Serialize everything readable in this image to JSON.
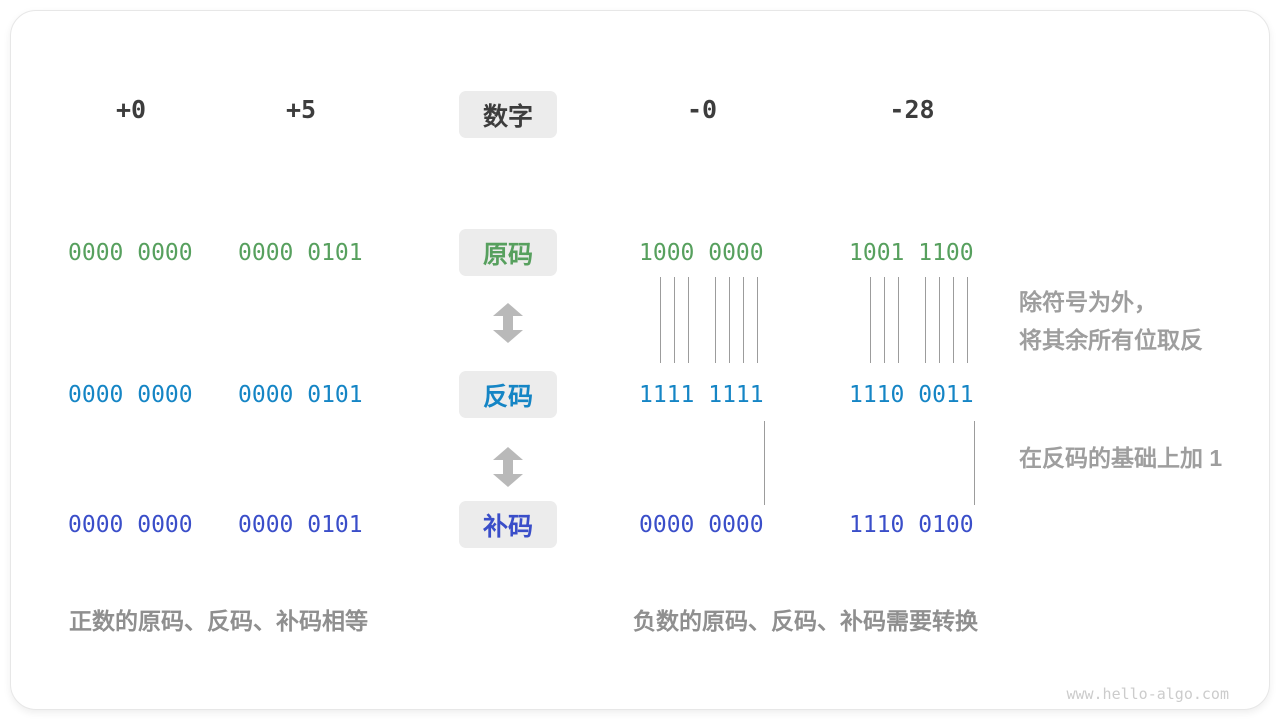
{
  "header": {
    "positive_zero": "+0",
    "positive_five": "+5",
    "number_label": "数字",
    "negative_zero": "-0",
    "negative_twenty_eight": "-28"
  },
  "rows": [
    {
      "label": "原码",
      "color": "#57a05e",
      "values": [
        "0000 0000",
        "0000 0101",
        "1000 0000",
        "1001 1100"
      ]
    },
    {
      "label": "反码",
      "color": "#1585c5",
      "values": [
        "0000 0000",
        "0000 0101",
        "1111 1111",
        "1110 0011"
      ]
    },
    {
      "label": "补码",
      "color": "#3a4ec9",
      "values": [
        "0000 0000",
        "0000 0101",
        "0000 0000",
        "1110 0100"
      ]
    }
  ],
  "annotations": {
    "invert_line1": "除符号为外，",
    "invert_line2": "将其余所有位取反",
    "add_one": "在反码的基础上加 1"
  },
  "captions": {
    "positive": "正数的原码、反码、补码相等",
    "negative": "负数的原码、反码、补码需要转换"
  },
  "watermark": "www.hello-algo.com",
  "colors": {
    "sign_magnitude": "#57a05e",
    "ones_complement": "#1585c5",
    "twos_complement": "#3a4ec9",
    "arrow_gray": "#b9b9b9",
    "tick_gray": "#9c9c9c",
    "box_background": "#ececec"
  }
}
